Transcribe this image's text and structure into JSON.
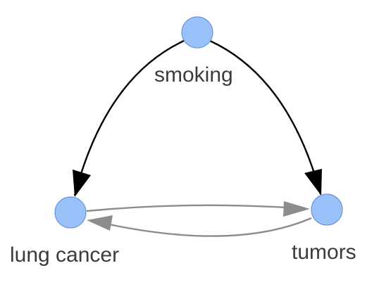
{
  "diagram": {
    "nodes": [
      {
        "id": "smoking",
        "label": "smoking"
      },
      {
        "id": "lung_cancer",
        "label": "lung cancer"
      },
      {
        "id": "tumors",
        "label": "tumors"
      }
    ],
    "edges": [
      {
        "from": "smoking",
        "to": "lung_cancer",
        "style": "causal"
      },
      {
        "from": "smoking",
        "to": "tumors",
        "style": "causal"
      },
      {
        "from": "lung_cancer",
        "to": "tumors",
        "style": "associative"
      },
      {
        "from": "tumors",
        "to": "lung_cancer",
        "style": "associative"
      }
    ],
    "colors": {
      "node_fill": "#99c2fb",
      "node_stroke": "#6f95d8",
      "causal_edge": "#000000",
      "associative_edge": "#8c8c8c",
      "label": "#3b3b3b"
    }
  }
}
